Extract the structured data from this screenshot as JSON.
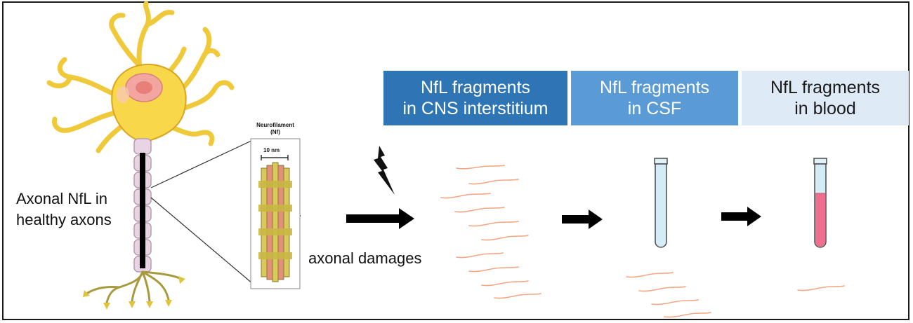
{
  "boxes": [
    {
      "line1": "NfL fragments",
      "line2": "in CNS interstitium",
      "bg": "#2e75b6",
      "fg": "#ffffff"
    },
    {
      "line1": "NfL fragments",
      "line2": "in CSF",
      "bg": "#5b9bd5",
      "fg": "#ffffff"
    },
    {
      "line1": "NfL fragments",
      "line2": "in blood",
      "bg": "#deebf7",
      "fg": "#1a1a1a"
    }
  ],
  "labels": {
    "axonal_nfl_line1": "Axonal NfL in",
    "axonal_nfl_line2": "healthy axons",
    "damage": "axonal damages"
  },
  "inset": {
    "title_line1": "Neurofilament",
    "title_line2": "(Nf)",
    "scale": "10 nm"
  },
  "colors": {
    "fragment": "#f4a582",
    "neuron_body": "#f9d74a",
    "neuron_outline": "#d9a520",
    "nucleus": "#f3a6a0",
    "myelin": "#e8d4e4",
    "arrow": "#000000",
    "tube_liquid_blood": "#ee6f8f",
    "tube_liquid_csf": "#d4ecf5"
  }
}
